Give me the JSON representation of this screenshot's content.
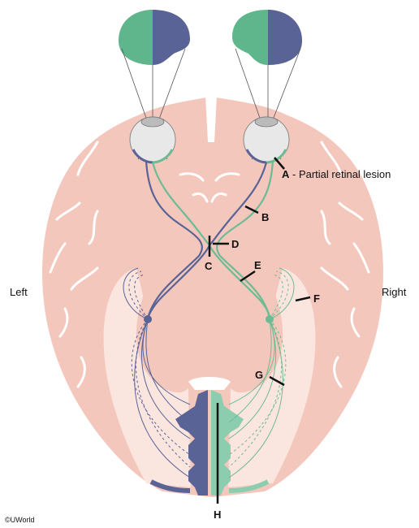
{
  "colors": {
    "brain": "#f4c7bc",
    "brain_light": "#fbe6df",
    "sulcus": "#ffffff",
    "left_path": "#5a5f96",
    "right_path": "#6dbb93",
    "green_field": "#5fb58c",
    "blue_field": "#5a6396",
    "lesion_mark": "#111111"
  },
  "labels": {
    "A": "A",
    "A_desc": " - Partial retinal lesion",
    "B": "B",
    "C": "C",
    "D": "D",
    "E": "E",
    "F": "F",
    "G": "G",
    "H": "H",
    "left": "Left",
    "right": "Right"
  },
  "copyright": "©UWorld"
}
